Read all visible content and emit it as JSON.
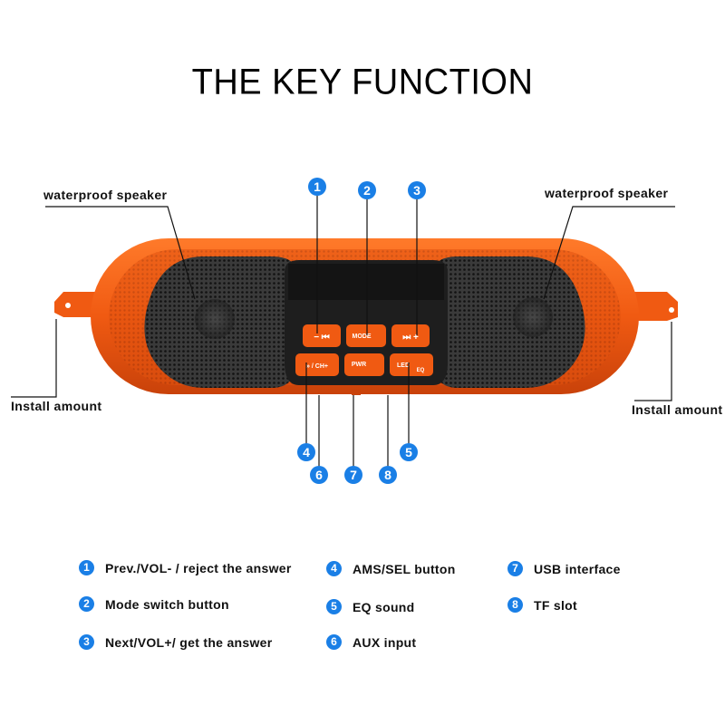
{
  "title": "THE KEY FUNCTION",
  "callouts": {
    "speaker_left": "waterproof speaker",
    "speaker_right": "waterproof speaker",
    "install_left": "Install amount",
    "install_right": "Install amount"
  },
  "buttons": {
    "prev": "− ⏮",
    "mode": "MODE",
    "next": "⏭ +",
    "ch": "» / CH+",
    "pwr": "PWR",
    "led": "LED",
    "eq": "EQ"
  },
  "badges": [
    "1",
    "2",
    "3",
    "4",
    "5",
    "6",
    "7",
    "8"
  ],
  "legend": [
    {
      "num": "1",
      "text": "Prev./VOL- / reject the answer"
    },
    {
      "num": "2",
      "text": "Mode switch button"
    },
    {
      "num": "3",
      "text": "Next/VOL+/ get the answer"
    },
    {
      "num": "4",
      "text": "AMS/SEL button"
    },
    {
      "num": "5",
      "text": "EQ sound"
    },
    {
      "num": "6",
      "text": "AUX input"
    },
    {
      "num": "7",
      "text": "USB interface"
    },
    {
      "num": "8",
      "text": "TF slot"
    }
  ],
  "colors": {
    "body": "#f05a12",
    "body_dark": "#c9420a",
    "grille": "#2a2a2a",
    "badge": "#1a7fe6"
  }
}
